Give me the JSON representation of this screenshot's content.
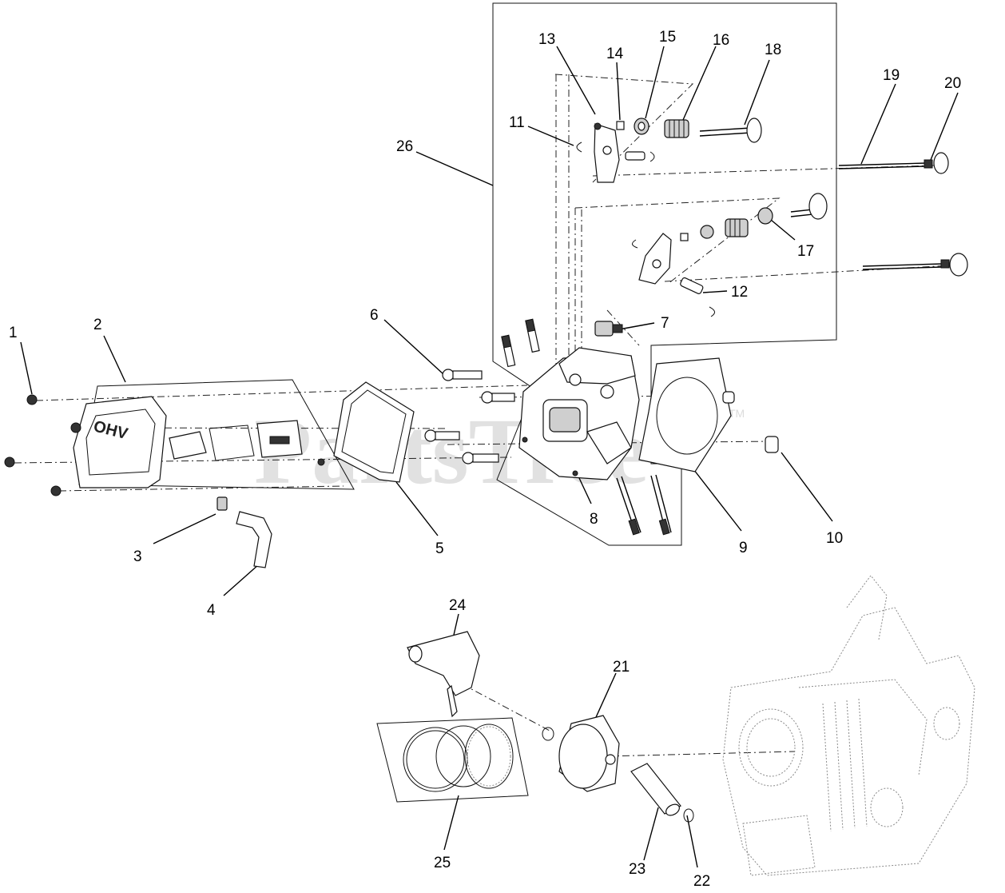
{
  "watermark": {
    "text": "PartsTree",
    "trademark": "TM"
  },
  "cover_marking": "OHV",
  "callouts": [
    {
      "label": "1"
    },
    {
      "label": "2"
    },
    {
      "label": "3"
    },
    {
      "label": "4"
    },
    {
      "label": "5"
    },
    {
      "label": "6"
    },
    {
      "label": "7"
    },
    {
      "label": "8"
    },
    {
      "label": "9"
    },
    {
      "label": "10"
    },
    {
      "label": "11"
    },
    {
      "label": "12"
    },
    {
      "label": "13"
    },
    {
      "label": "14"
    },
    {
      "label": "15"
    },
    {
      "label": "16"
    },
    {
      "label": "17"
    },
    {
      "label": "18"
    },
    {
      "label": "19"
    },
    {
      "label": "20"
    },
    {
      "label": "21"
    },
    {
      "label": "22"
    },
    {
      "label": "23"
    },
    {
      "label": "24"
    },
    {
      "label": "25"
    },
    {
      "label": "26"
    }
  ]
}
